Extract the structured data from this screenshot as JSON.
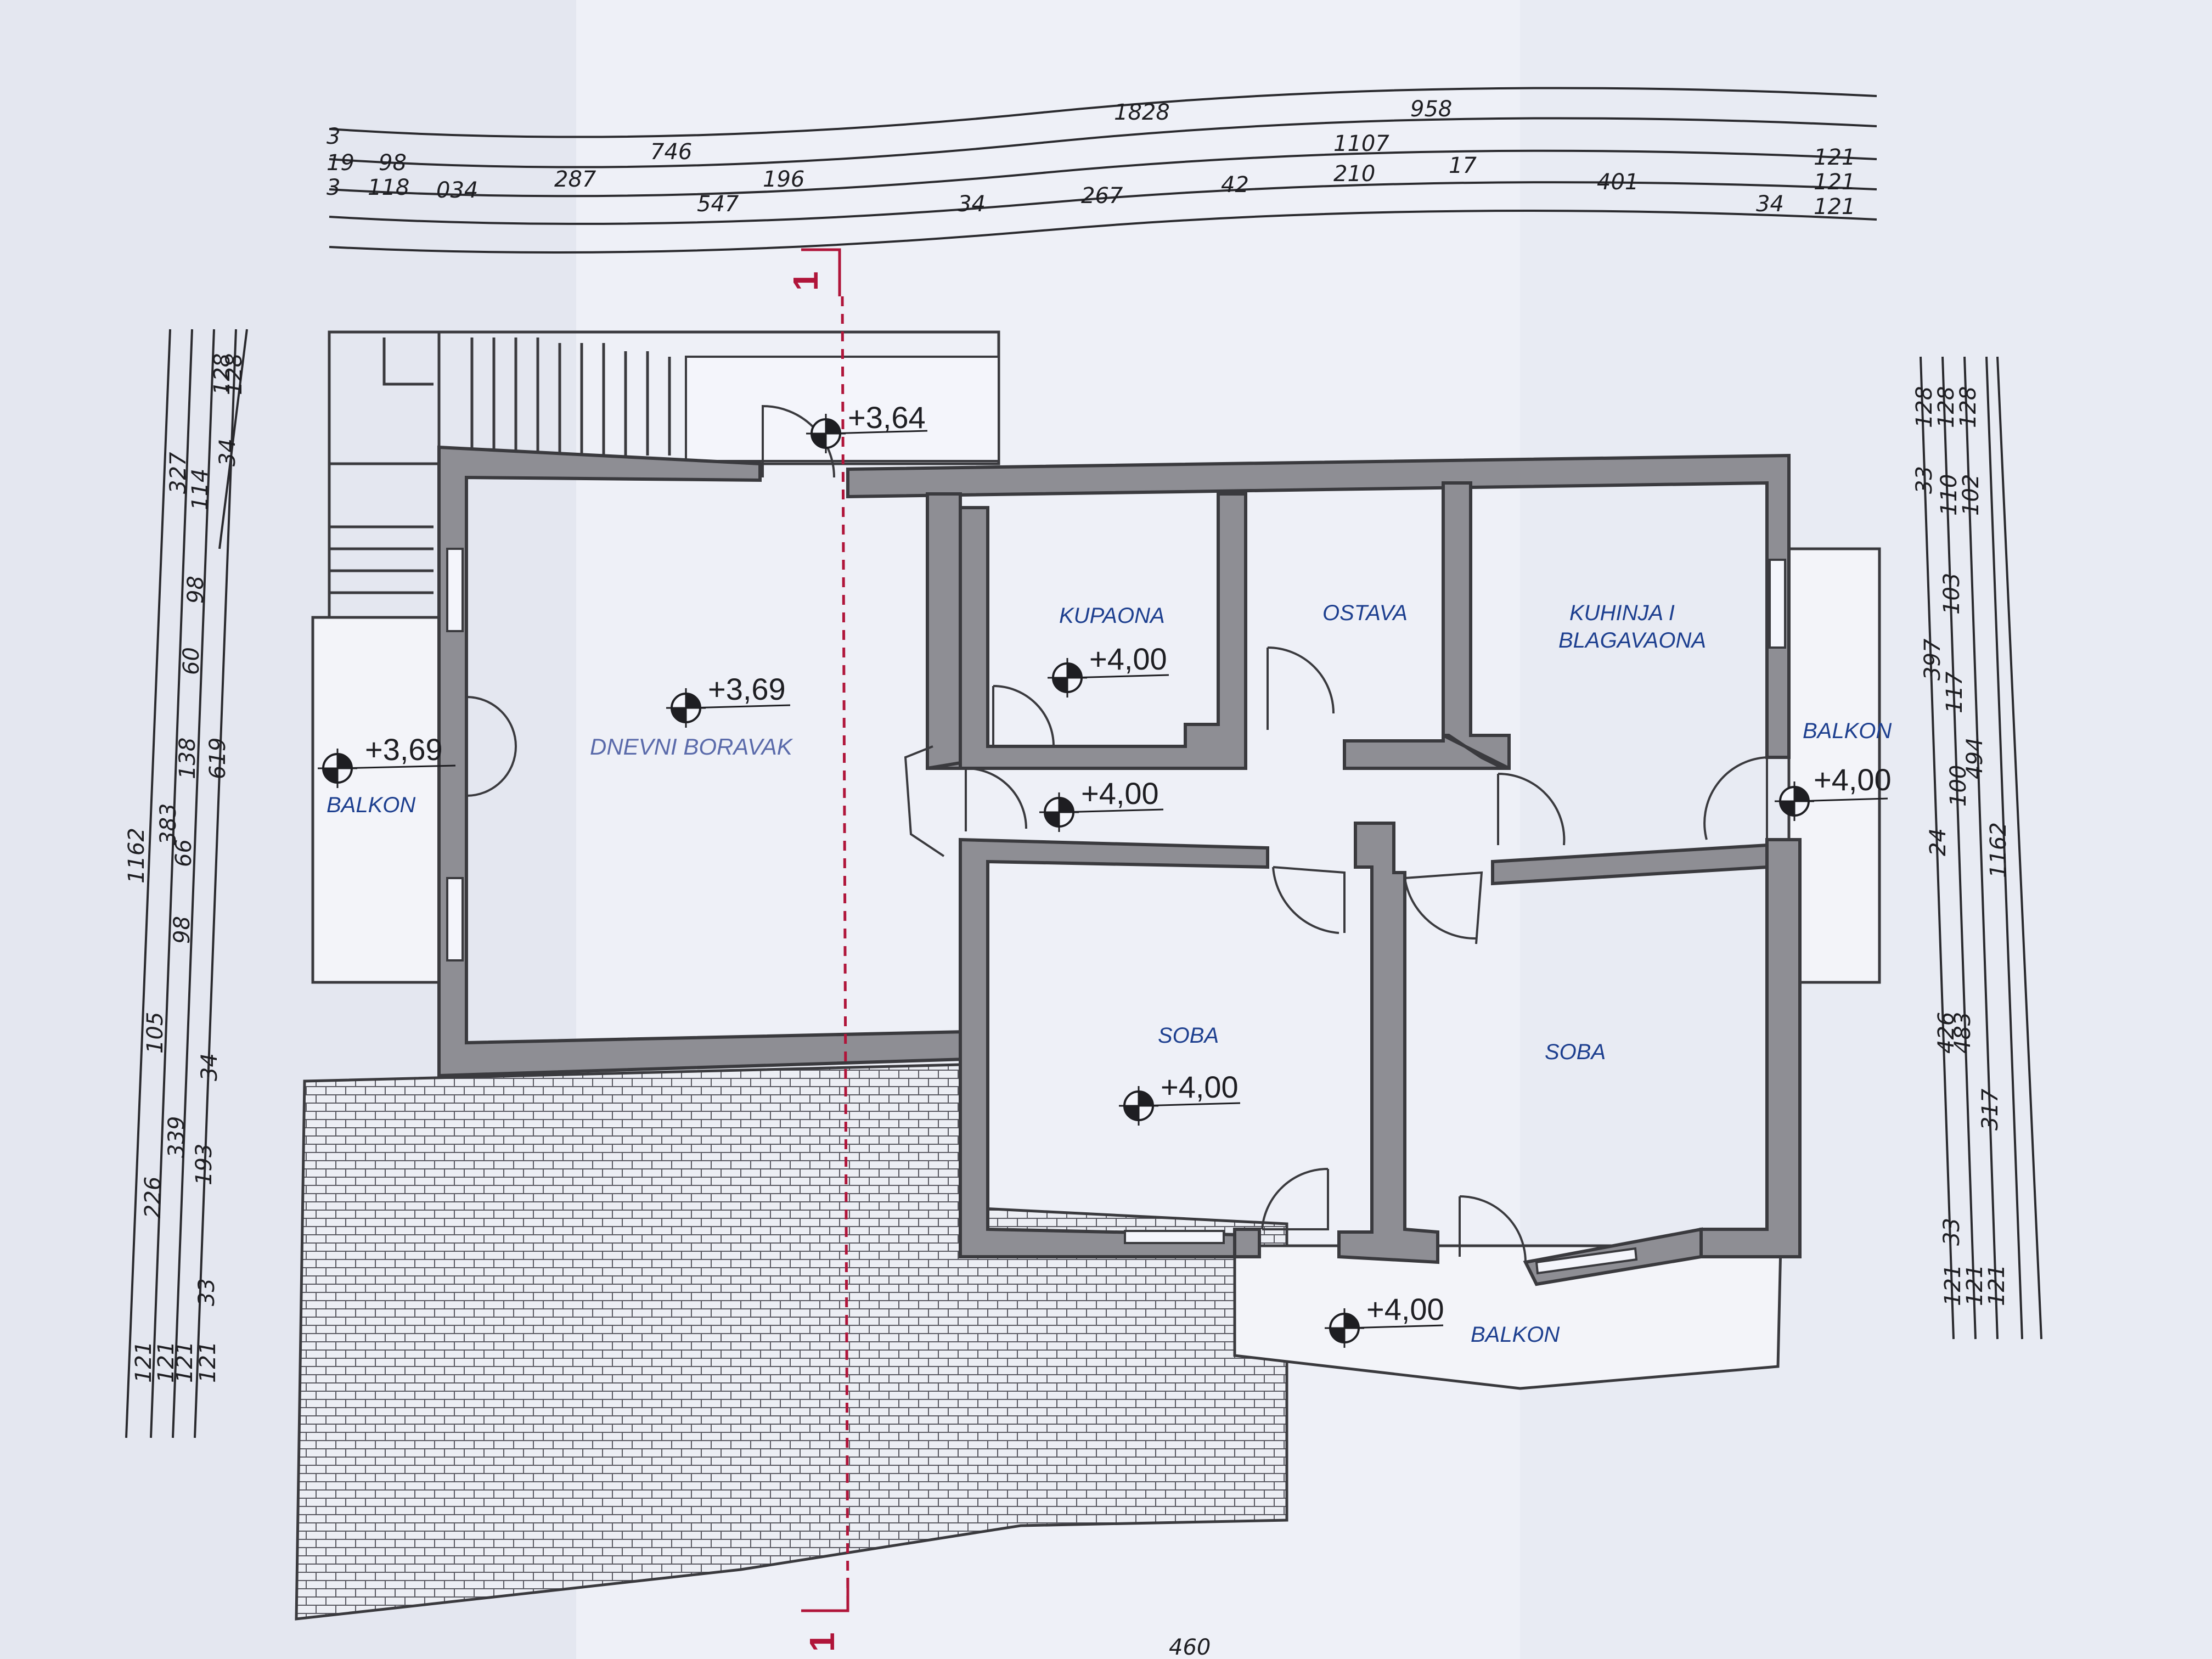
{
  "dimensions": {
    "top_row1": [
      "1828",
      "958"
    ],
    "top_row2": [
      "3",
      "746",
      "1107",
      "121"
    ],
    "top_row3": [
      "19",
      "98",
      "287",
      "196",
      "17",
      "401",
      "121"
    ],
    "top_row4": [
      "3",
      "118",
      "034",
      "547",
      "34",
      "267",
      "42",
      "210",
      "34",
      "121"
    ],
    "left_col1": [
      "1162",
      "121"
    ],
    "left_col2": [
      "327",
      "383",
      "226",
      "121"
    ],
    "left_col3": [
      "114",
      "98",
      "60",
      "138",
      "66",
      "98",
      "105",
      "339",
      "121"
    ],
    "left_col4": [
      "128",
      "34",
      "619",
      "34",
      "193",
      "33",
      "121"
    ],
    "left_col5": [
      "128"
    ],
    "right_col1": [
      "128",
      "33",
      "397",
      "426",
      "33",
      "121"
    ],
    "right_col2": [
      "128",
      "110",
      "103",
      "117",
      "100",
      "24",
      "483",
      "121"
    ],
    "right_col3": [
      "128",
      "102",
      "494",
      "317",
      "121"
    ],
    "right_col4": [
      "1162"
    ],
    "bottom": [
      "460"
    ]
  },
  "rooms": {
    "kupaona": "KUPAONA",
    "ostava": "OSTAVA",
    "kuhinja_line1": "KUHINJA I",
    "kuhinja_line2": "BLAGAVAONA",
    "dnevni": "DNEVNI BORAVAK",
    "balkon_left": "BALKON",
    "balkon_right": "BALKON",
    "balkon_bottom": "BALKON",
    "soba1": "SOBA",
    "soba2": "SOBA"
  },
  "levels": {
    "stair_landing": "+3,64",
    "dnevni": "+3,69",
    "balkon_left": "+3,69",
    "kupaona": "+4,00",
    "hall": "+4,00",
    "balkon_right": "+4,00",
    "soba1": "+4,00",
    "balkon_bottom": "+4,00"
  },
  "section": {
    "top": "1",
    "bottom": "1"
  },
  "colors": {
    "wall": "#8e8e94",
    "room_label": "#1d3f8f",
    "section_line": "#b0153a"
  }
}
